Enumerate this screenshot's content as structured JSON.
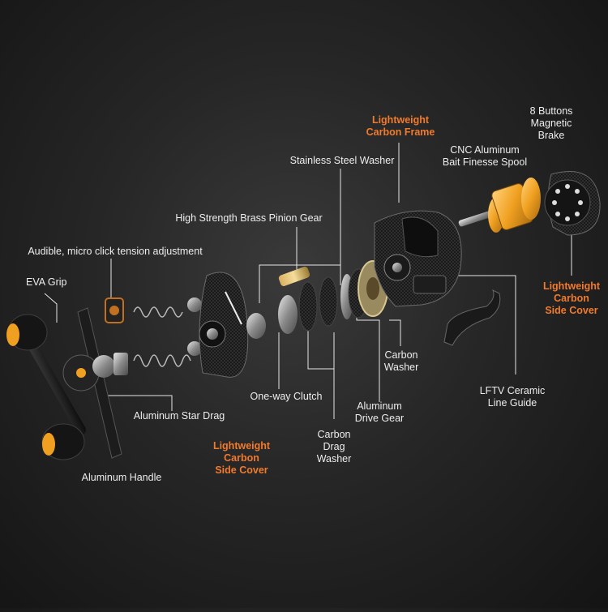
{
  "colors": {
    "background": "#262626",
    "label": "#ededed",
    "highlight": "#f27a2c",
    "spool_gold": "#f0a020",
    "leader_line": "#e6e6e6"
  },
  "labels": {
    "frame": "Lightweight\nCarbon Frame",
    "magnetic_brake": "8 Buttons\nMagnetic\nBrake",
    "spool": "CNC Aluminum\nBait Finesse Spool",
    "steel_washer": "Stainless Steel Washer",
    "pinion_gear": "High Strength Brass Pinion Gear",
    "tension": "Audible, micro click tension adjustment",
    "eva_grip": "EVA Grip",
    "side_cover_right": "Lightweight\nCarbon\nSide Cover",
    "carbon_washer": "Carbon\nWasher",
    "line_guide": "LFTV Ceramic\nLine Guide",
    "clutch": "One-way Clutch",
    "drive_gear": "Aluminum\nDrive Gear",
    "star_drag": "Aluminum Star Drag",
    "drag_washer": "Carbon\nDrag\nWasher",
    "side_cover_left": "Lightweight\nCarbon\nSide Cover",
    "handle": "Aluminum Handle"
  }
}
